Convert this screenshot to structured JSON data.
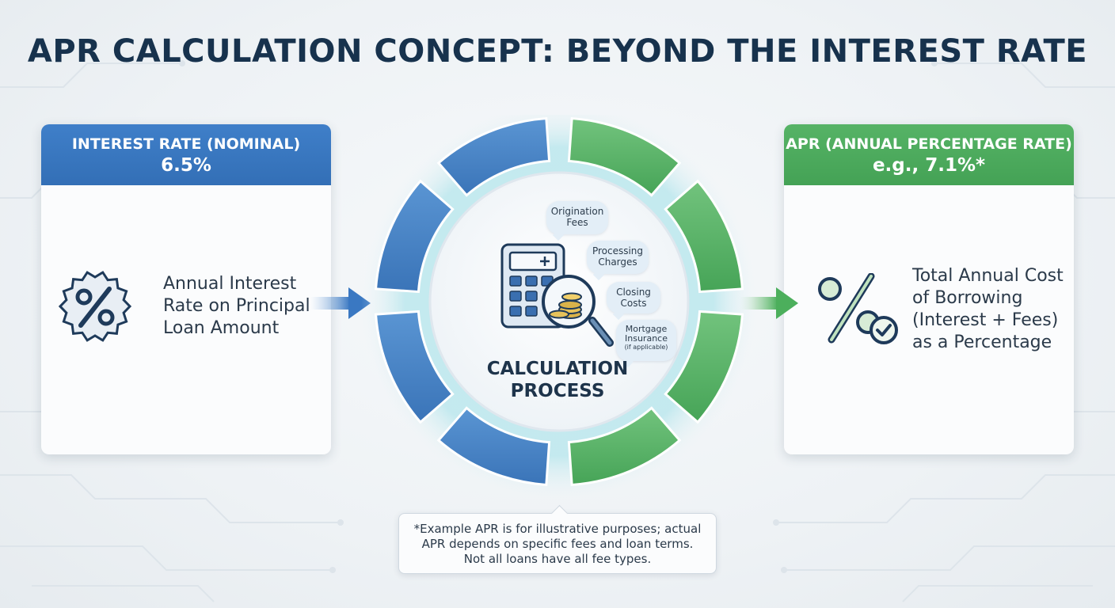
{
  "title": "APR CALCULATION CONCEPT: BEYOND THE INTEREST RATE",
  "left_card": {
    "header_title": "INTEREST RATE (NOMINAL)",
    "header_value": "6.5%",
    "body_text": "Annual Interest Rate on Principal Loan Amount",
    "icon": "percent-badge-icon"
  },
  "center": {
    "label": "CALCULATION PROCESS",
    "icon": "calculator-magnifier-coins-icon",
    "fees": [
      {
        "label": "Origination Fees"
      },
      {
        "label": "Processing Charges"
      },
      {
        "label": "Closing Costs"
      },
      {
        "label": "Mortgage Insurance",
        "note": "(if applicable)"
      }
    ]
  },
  "right_card": {
    "header_title": "APR (ANNUAL PERCENTAGE RATE)",
    "header_value": "e.g., 7.1%*",
    "body_text": "Total Annual Cost of Borrowing (Interest + Fees) as a Percentage",
    "icon": "percent-check-icon"
  },
  "footnote": "*Example APR is for illustrative purposes; actual APR depends on specific fees and loan terms. Not all loans have all fee types.",
  "colors": {
    "title": "#17324d",
    "blue_accent": "#3a78c2",
    "green_accent": "#4caf5c",
    "text_dark": "#2b3a4a"
  }
}
